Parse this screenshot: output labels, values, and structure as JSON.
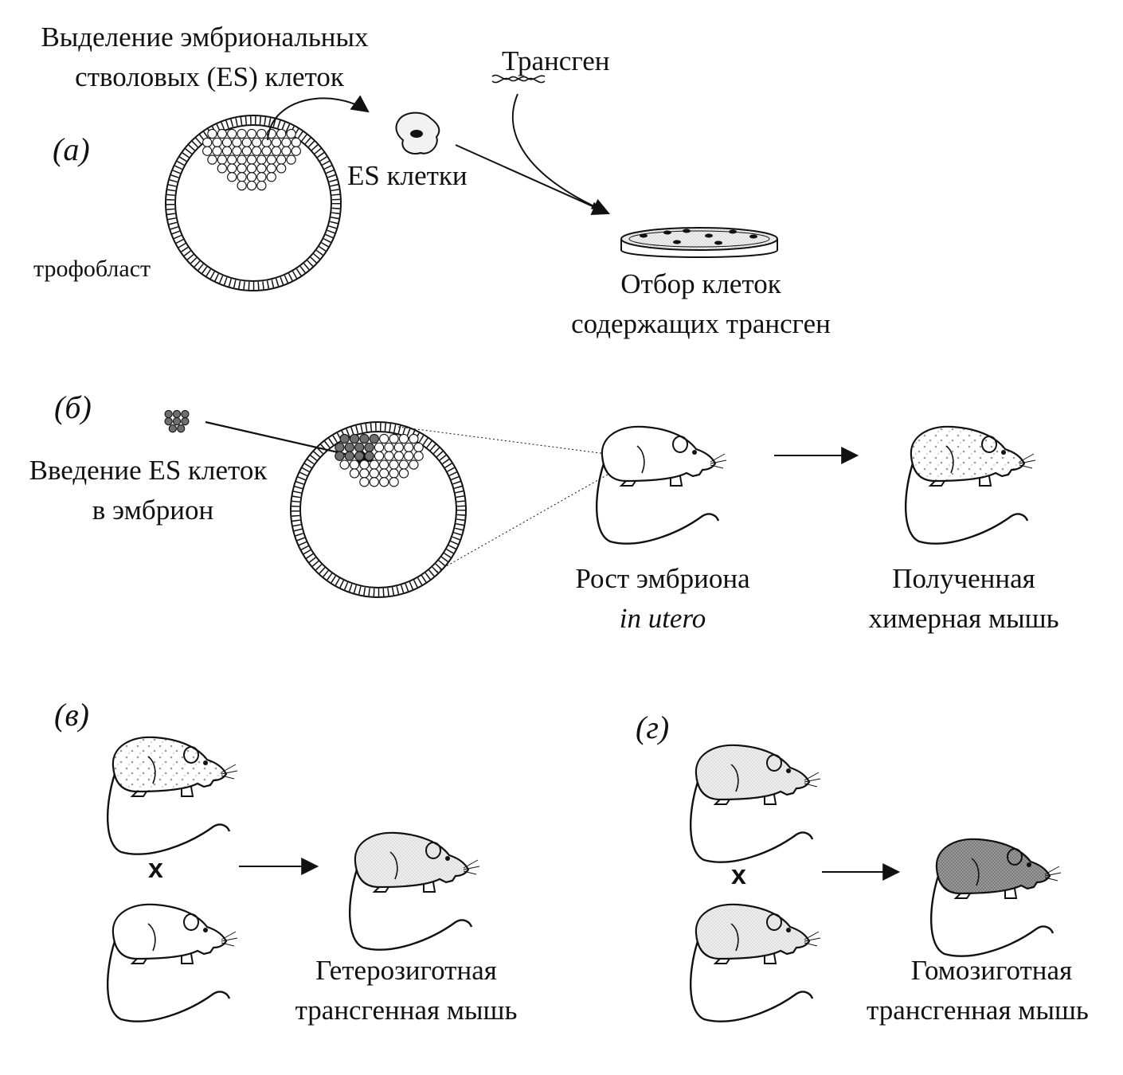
{
  "panel_a": {
    "letter": "(а)",
    "isolation_label_1": "Выделение эмбриональных",
    "isolation_label_2": "стволовых (ES) клеток",
    "trophoblast_label": "трофобласт",
    "es_cells_label": "ES клетки",
    "transgene_label": "Трансген",
    "selection_label_1": "Отбор клеток",
    "selection_label_2": "содержащих трансген"
  },
  "panel_b": {
    "letter": "(б)",
    "injection_label_1": "Введение ES клеток",
    "injection_label_2": "в эмбрион",
    "growth_label_1": "Рост эмбриона",
    "growth_label_2": "in utero",
    "chimera_label_1": "Полученная",
    "chimera_label_2": "химерная мышь"
  },
  "panel_c": {
    "letter": "(в)",
    "cross_symbol": "x",
    "result_label_1": "Гетерозиготная",
    "result_label_2": "трансгенная мышь"
  },
  "panel_d": {
    "letter": "(г)",
    "cross_symbol": "x",
    "result_label_1": "Гомозиготная",
    "result_label_2": "трансгенная мышь"
  },
  "colors": {
    "ink": "#111111",
    "white_mouse_fill": "#ffffff",
    "hetero_fill": "#e6e6e6",
    "homo_fill": "#8a8a8a"
  }
}
